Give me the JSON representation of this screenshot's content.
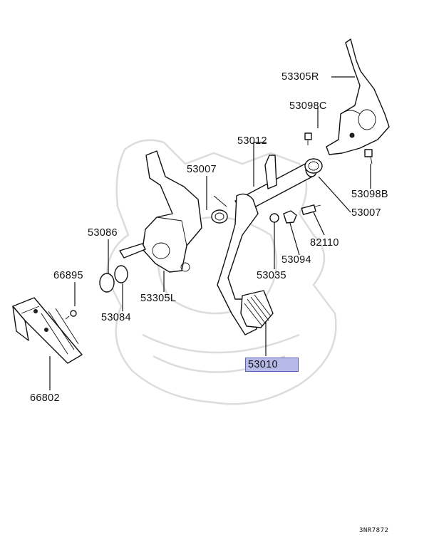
{
  "labels": {
    "p53305R": "53305R",
    "p53098C": "53098C",
    "p53012": "53012",
    "p53007_left": "53007",
    "p53098B": "53098B",
    "p53007_right": "53007",
    "p53086": "53086",
    "p82110": "82110",
    "p66895": "66895",
    "p53094": "53094",
    "p53035": "53035",
    "p53305L": "53305L",
    "p53084": "53084",
    "p53010": "53010",
    "p66802": "66802"
  },
  "reference_code": "3NR7872",
  "highlight_color": "#b7b9e9"
}
